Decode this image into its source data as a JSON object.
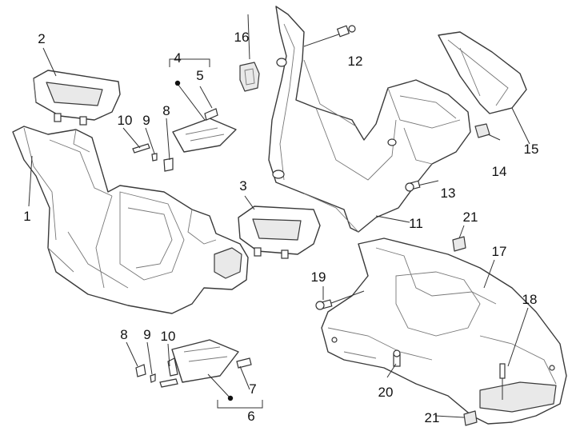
{
  "callouts": [
    {
      "id": "1",
      "label": "1"
    },
    {
      "id": "2",
      "label": "2"
    },
    {
      "id": "3",
      "label": "3"
    },
    {
      "id": "4",
      "label": "4"
    },
    {
      "id": "5",
      "label": "5"
    },
    {
      "id": "6",
      "label": "6"
    },
    {
      "id": "7",
      "label": "7"
    },
    {
      "id": "8a",
      "label": "8"
    },
    {
      "id": "8b",
      "label": "8"
    },
    {
      "id": "9a",
      "label": "9"
    },
    {
      "id": "9b",
      "label": "9"
    },
    {
      "id": "10a",
      "label": "10"
    },
    {
      "id": "10b",
      "label": "10"
    },
    {
      "id": "11",
      "label": "11"
    },
    {
      "id": "12",
      "label": "12"
    },
    {
      "id": "13",
      "label": "13"
    },
    {
      "id": "14",
      "label": "14"
    },
    {
      "id": "15",
      "label": "15"
    },
    {
      "id": "16",
      "label": "16"
    },
    {
      "id": "17",
      "label": "17"
    },
    {
      "id": "18",
      "label": "18"
    },
    {
      "id": "19",
      "label": "19"
    },
    {
      "id": "20",
      "label": "20"
    },
    {
      "id": "21a",
      "label": "21"
    },
    {
      "id": "21b",
      "label": "21"
    }
  ]
}
